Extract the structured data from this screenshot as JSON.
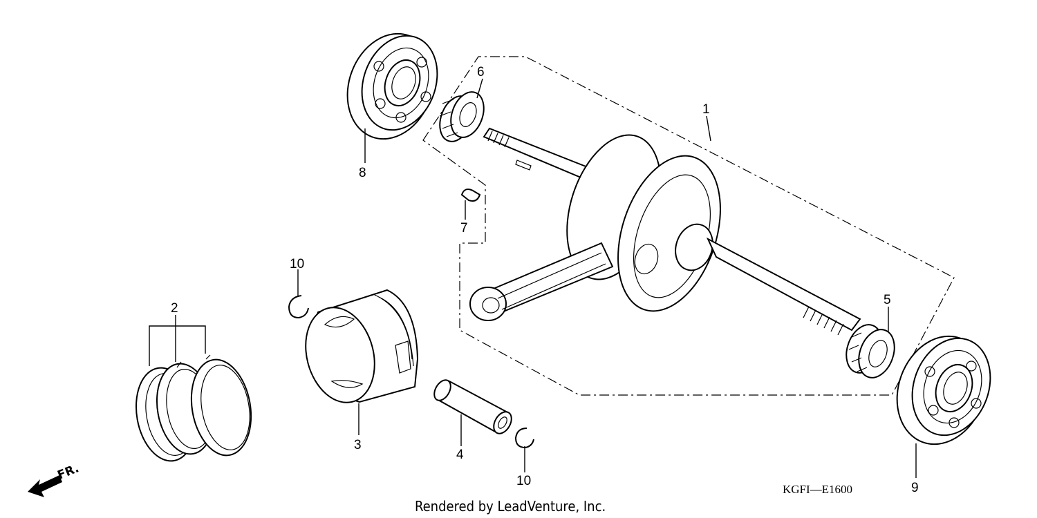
{
  "diagram": {
    "callouts": {
      "p1": "1",
      "p2": "2",
      "p3": "3",
      "p4": "4",
      "p5": "5",
      "p6": "6",
      "p7": "7",
      "p8": "8",
      "p9": "9",
      "p10a": "10",
      "p10b": "10"
    },
    "diagram_code": "KGFI—E1600",
    "credit": "Rendered by LeadVenture, Inc.",
    "front_marker": "FR."
  }
}
